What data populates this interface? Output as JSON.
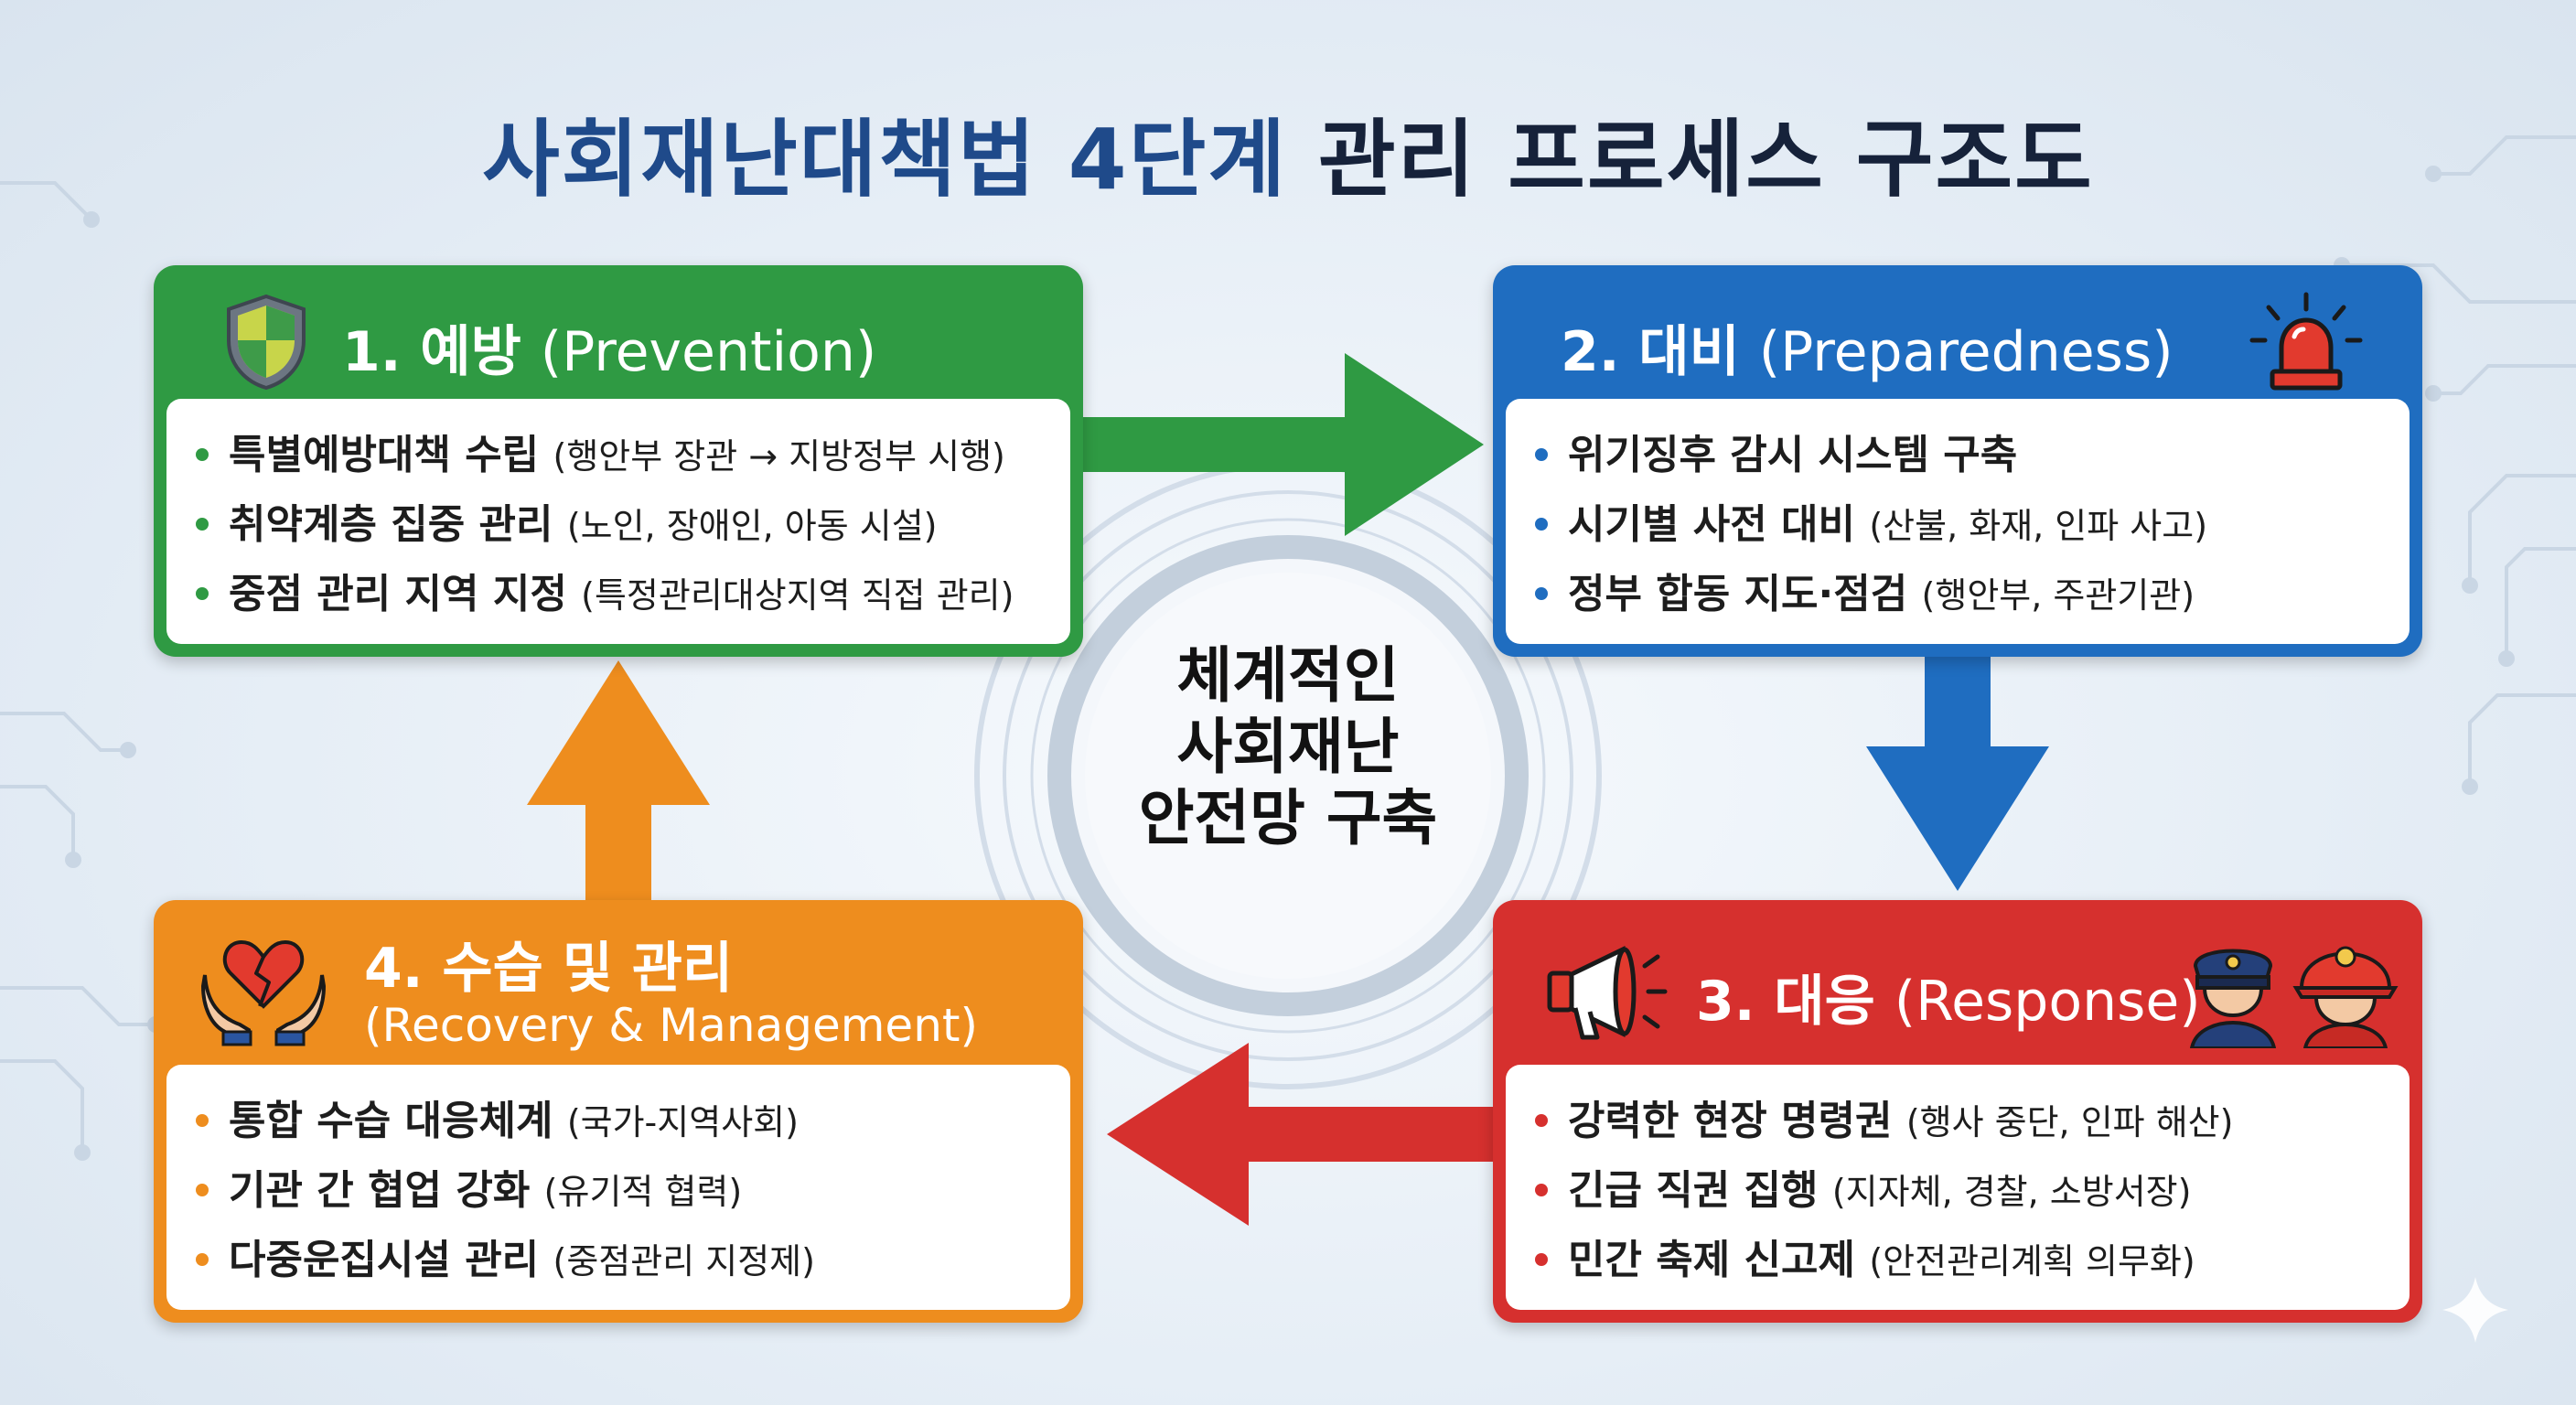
{
  "title": {
    "part1": "사회재난대책법 4단계",
    "part2": "관리 프로세스 구조도"
  },
  "center": {
    "line1": "체계적인",
    "line2": "사회재난",
    "line3": "안전망 구축"
  },
  "stages": {
    "prevention": {
      "number_ko": "1. 예방",
      "english": "(Prevention)",
      "icon": "shield-icon",
      "color": "#2f9a43",
      "items": [
        {
          "main": "특별예방대책 수립",
          "sub": "(행안부 장관 → 지방정부 시행)"
        },
        {
          "main": "취약계층 집중 관리",
          "sub": "(노인, 장애인, 아동 시설)"
        },
        {
          "main": "중점 관리 지역 지정",
          "sub": "(특정관리대상지역 직접 관리)"
        }
      ]
    },
    "preparedness": {
      "number_ko": "2. 대비",
      "english": "(Preparedness)",
      "icon": "siren-icon",
      "color": "#1f6dc0",
      "items": [
        {
          "main": "위기징후 감시 시스템 구축",
          "sub": ""
        },
        {
          "main": "시기별 사전 대비",
          "sub": "(산불, 화재, 인파 사고)"
        },
        {
          "main": "정부 합동 지도·점검",
          "sub": "(행안부, 주관기관)"
        }
      ]
    },
    "response": {
      "number_ko": "3. 대응",
      "english": "(Response)",
      "icon": "megaphone-icon",
      "color": "#d6302e",
      "items": [
        {
          "main": "강력한 현장 명령권",
          "sub": "(행사 중단, 인파 해산)"
        },
        {
          "main": "긴급 직권 집행",
          "sub": "(지자체, 경찰, 소방서장)"
        },
        {
          "main": "민간 축제 신고제",
          "sub": "(안전관리계획 의무화)"
        }
      ]
    },
    "recovery": {
      "number_ko": "4. 수습 및 관리",
      "english": "(Recovery & Management)",
      "icon": "broken-heart-hands-icon",
      "color": "#ee8d1e",
      "items": [
        {
          "main": "통합 수습 대응체계",
          "sub": "(국가-지역사회)"
        },
        {
          "main": "기관 간 협업 강화",
          "sub": "(유기적 협력)"
        },
        {
          "main": "다중운집시설 관리",
          "sub": "(중점관리 지정제)"
        }
      ]
    }
  }
}
